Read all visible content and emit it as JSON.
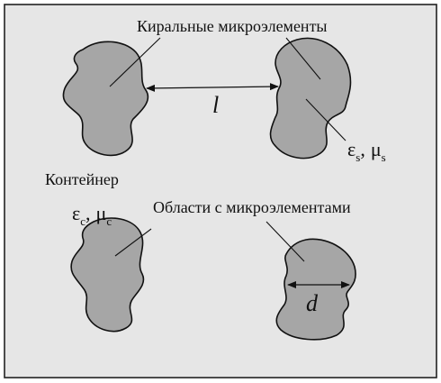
{
  "colors": {
    "background": "#e6e6e6",
    "frame": "#222222",
    "blob_fill": "#a6a6a6",
    "ink": "#111111"
  },
  "labels": {
    "chiral_microelements": "Киральные микроэлементы",
    "container": "Контейнер",
    "regions_with_microelements": "Области с микроэлементами",
    "distance_symbol": "l",
    "diameter_symbol": "d",
    "inclusion_epsilon": "ε",
    "inclusion_epsilon_sub": "s",
    "inclusion_mu": "μ",
    "inclusion_mu_sub": "s",
    "container_epsilon": "ε",
    "container_epsilon_sub": "c",
    "container_mu": "μ",
    "container_mu_sub": "c",
    "separator": ","
  }
}
